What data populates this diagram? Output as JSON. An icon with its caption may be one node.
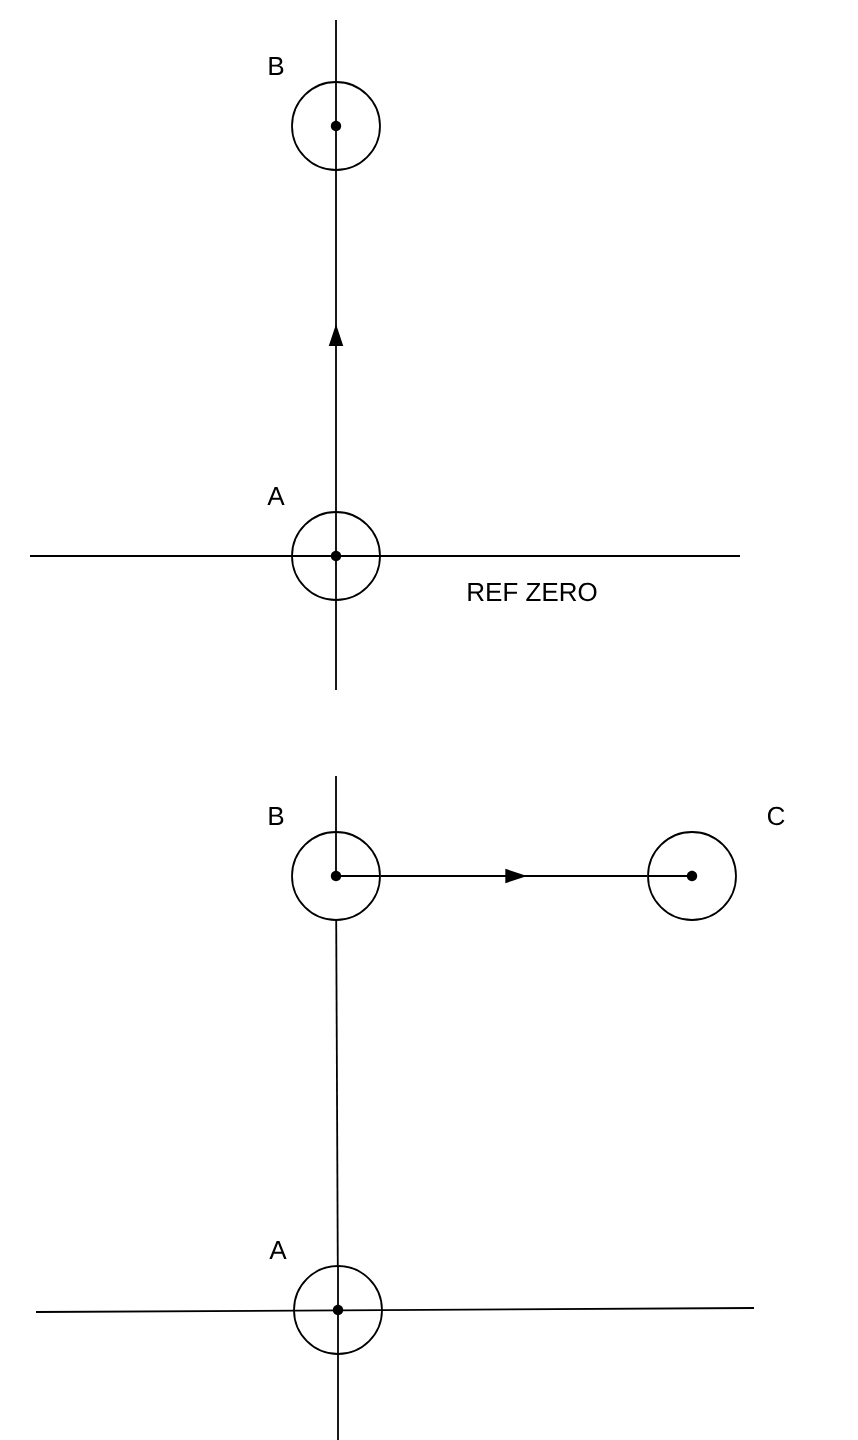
{
  "diagram": {
    "nodes": [
      {
        "text": [
          "B"
        ]
      },
      {
        "text": [
          "A"
        ]
      },
      {
        "text": [
          "B"
        ]
      },
      {
        "text": [
          "C"
        ]
      },
      {
        "text": [
          "A"
        ]
      }
    ],
    "edges": [
      {
        "from": 1,
        "to": 0,
        "arrow": "to"
      },
      {
        "from": 2,
        "to": 3,
        "arrow": "to"
      },
      {
        "from": 4,
        "to": 2,
        "arrow": "none"
      }
    ],
    "labels": [
      "REF ZERO"
    ]
  }
}
